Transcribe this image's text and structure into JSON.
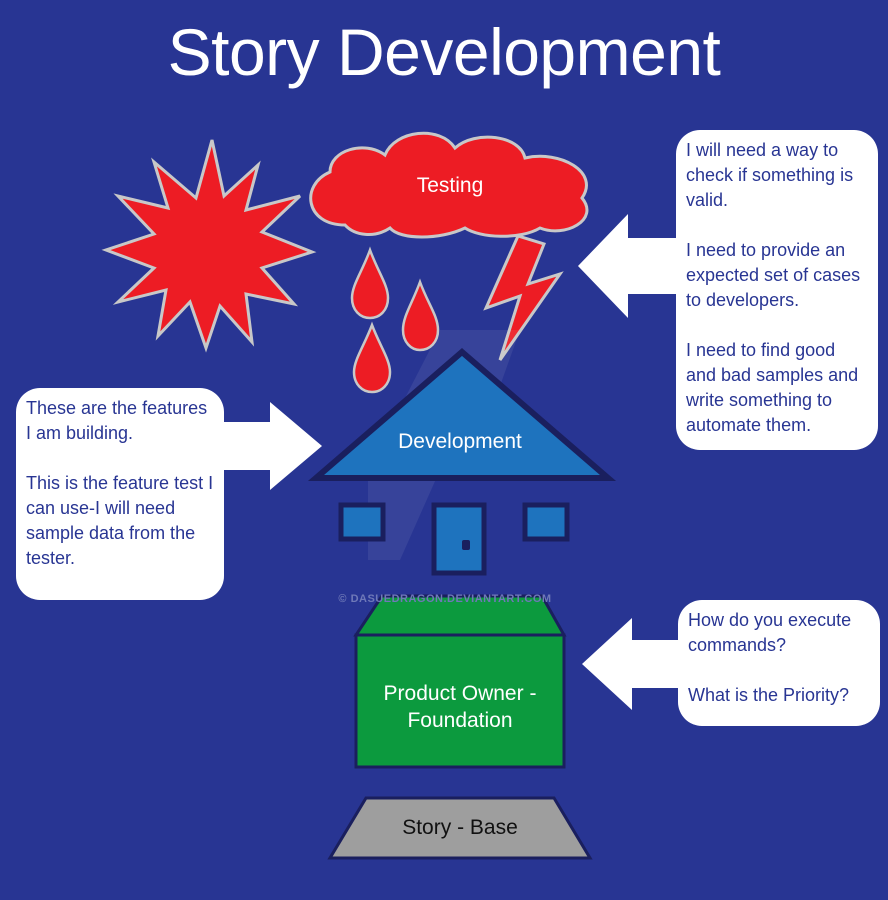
{
  "title": "Story Development",
  "labels": {
    "testing": "Testing",
    "development": "Development",
    "product_owner_line1": "Product Owner -",
    "product_owner_line2": "Foundation",
    "story_base": "Story - Base"
  },
  "tester_bubble": {
    "p1": "I will need a way to check if something is valid.",
    "p2": "I need to provide an expected set of cases to developers.",
    "p3": "I need to find good and bad samples and write something to automate them."
  },
  "developer_bubble": {
    "p1": "These are the features I am building.",
    "p2": "This is the feature test I can use-I will need sample data from the tester."
  },
  "product_owner_bubble": {
    "p1": "How do you execute commands?",
    "p2": "What is the Priority?"
  },
  "watermark": "© DASUEDRAGON.DEVIANTART.COM",
  "colors": {
    "background": "#283593",
    "testing_red": "#ED1C24",
    "development_blue": "#1E73BE",
    "foundation_green": "#0C9A3E",
    "base_grey": "#9E9E9E"
  }
}
